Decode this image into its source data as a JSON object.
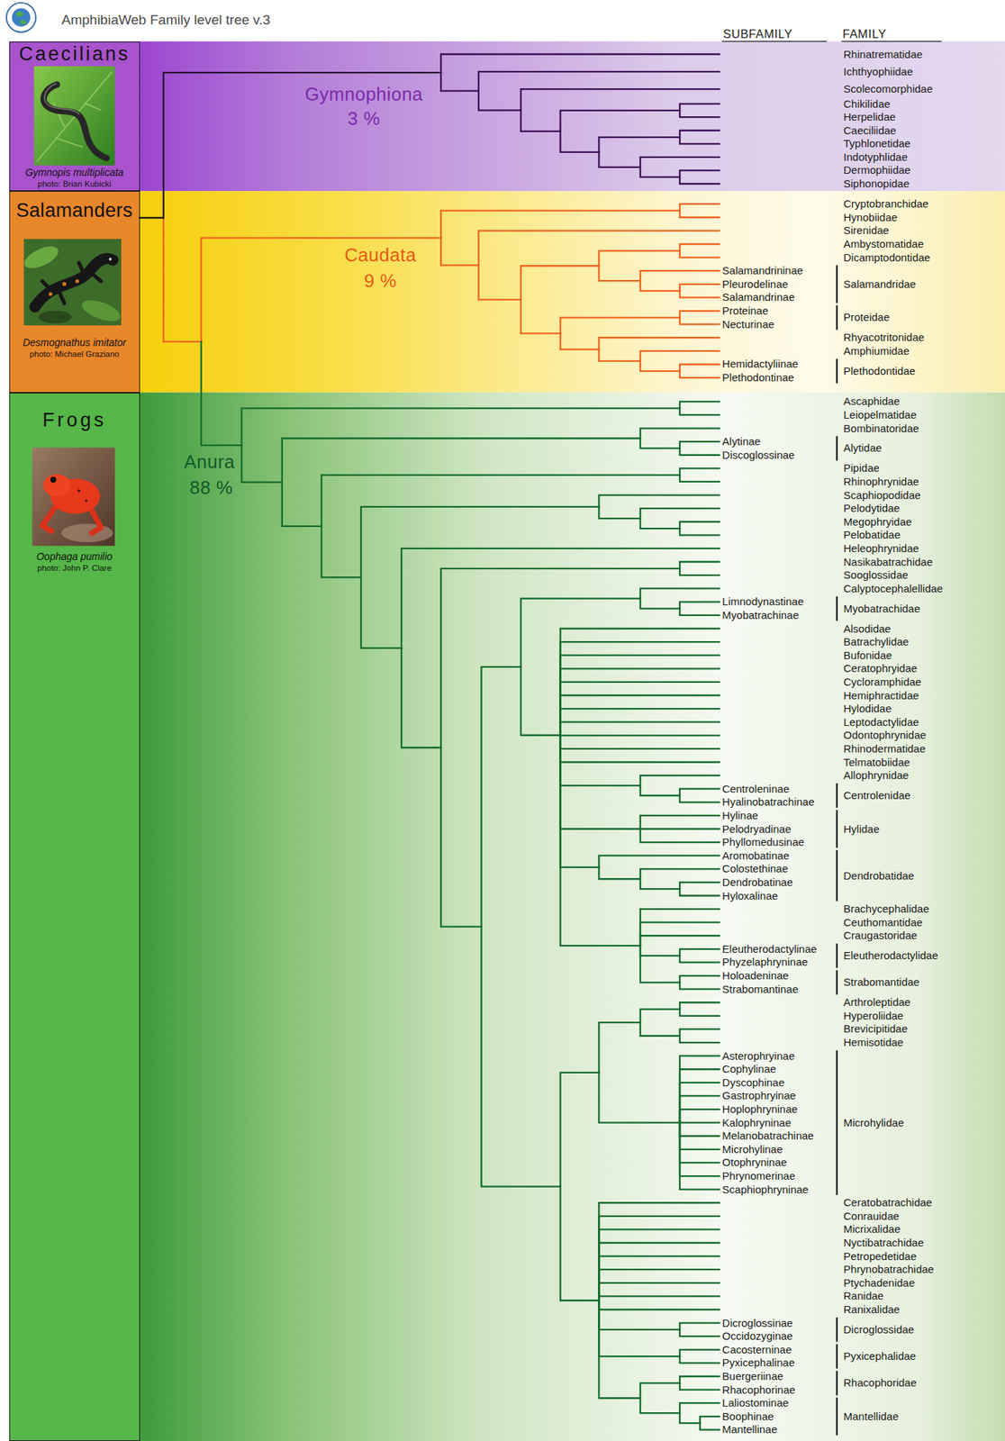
{
  "diagram": {
    "title": "AmphibiaWeb Family level tree v.3",
    "nodes": [
      {
        "text": [
          "Caecilians",
          "Gymnopis multiplicata",
          "photo: Brian Kubicki"
        ]
      },
      {
        "text": [
          "Salamanders",
          "Desmognathus imitator",
          "photo: Michael Graziano"
        ]
      },
      {
        "text": [
          "Frogs",
          "Oophaga pumilio",
          "photo: John P. Clare"
        ]
      }
    ],
    "labels": [
      "SUBFAMILY",
      "FAMILY",
      "Gymnophiona",
      "3 %",
      "Caudata",
      "9 %",
      "Anura",
      "88 %",
      "Rhinatrematidae",
      "Ichthyophiidae",
      "Scolecomorphidae",
      "Chikilidae",
      "Herpelidae",
      "Caeciliidae",
      "Typhlonetidae",
      "Indotyphlidae",
      "Dermophiidae",
      "Siphonopidae",
      "Cryptobranchidae",
      "Hynobiidae",
      "Sirenidae",
      "Ambystomatidae",
      "Dicamptodontidae",
      "Salamandrininae",
      "Pleurodelinae",
      "Salamandrinae",
      "Salamandridae",
      "Proteinae",
      "Necturinae",
      "Proteidae",
      "Rhyacotritonidae",
      "Amphiumidae",
      "Hemidactyliinae",
      "Plethodontinae",
      "Plethodontidae",
      "Ascaphidae",
      "Leiopelmatidae",
      "Bombinatoridae",
      "Alytinae",
      "Discoglossinae",
      "Alytidae",
      "Pipidae",
      "Rhinophrynidae",
      "Scaphiopodidae",
      "Pelodytidae",
      "Megophryidae",
      "Pelobatidae",
      "Heleophrynidae",
      "Nasikabatrachidae",
      "Sooglossidae",
      "Calyptocephalellidae",
      "Limnodynastinae",
      "Myobatrachinae",
      "Myobatrachidae",
      "Alsodidae",
      "Batrachylidae",
      "Bufonidae",
      "Ceratophryidae",
      "Cycloramphidae",
      "Hemiphractidae",
      "Hylodidae",
      "Leptodactylidae",
      "Odontophrynidae",
      "Rhinodermatidae",
      "Telmatobiidae",
      "Allophrynidae",
      "Centroleninae",
      "Hyalinobatrachinae",
      "Centrolenidae",
      "Hylinae",
      "Pelodryadinae",
      "Phyllomedusinae",
      "Hylidae",
      "Aromobatinae",
      "Colostethinae",
      "Dendrobatinae",
      "Hyloxalinae",
      "Dendrobatidae",
      "Brachycephalidae",
      "Ceuthomantidae",
      "Craugastoridae",
      "Eleutherodactylinae",
      "Phyzelaphryninae",
      "Eleutherodactylidae",
      "Holoadeninae",
      "Strabomantinae",
      "Strabomantidae",
      "Arthroleptidae",
      "Hyperoliidae",
      "Brevicipitidae",
      "Hemisotidae",
      "Asterophryinae",
      "Cophylinae",
      "Dyscophinae",
      "Gastrophryinae",
      "Hoplophryninae",
      "Kalophryninae",
      "Melanobatrachinae",
      "Microhylinae",
      "Otophryninae",
      "Phrynomerinae",
      "Scaphiophryninae",
      "Microhylidae",
      "Ceratobatrachidae",
      "Conrauidae",
      "Micrixalidae",
      "Nyctibatrachidae",
      "Petropedetidae",
      "Phrynobatrachidae",
      "Ptychadenidae",
      "Ranidae",
      "Ranixalidae",
      "Dicroglossinae",
      "Occidozyginae",
      "Dicroglossidae",
      "Cacosterninae",
      "Pyxicephalinae",
      "Pyxicephalidae",
      "Buergeriinae",
      "Rhacophorinae",
      "Rhacophoridae",
      "Laliostominae",
      "Boophinae",
      "Mantellinae",
      "Mantellidae"
    ]
  }
}
